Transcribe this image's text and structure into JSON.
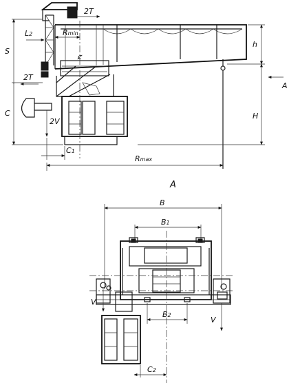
{
  "side_view": {
    "dims": {
      "two_t_top": "2T",
      "r_min": "R",
      "r_min_sub": "min",
      "l2": "L",
      "l2_sub": "2",
      "s": "S",
      "h_small": "h",
      "a_arrow": "A",
      "two_t_mid": "2T",
      "c": "C",
      "h_big": "H",
      "two_v": "2V",
      "c1": "C",
      "c1_sub": "1",
      "r_max": "R",
      "r_max_sub": "max",
      "centerline_mark": "ȼ"
    }
  },
  "view_label": "A",
  "plan_view": {
    "dims": {
      "b": "B",
      "b1": "B",
      "b1_sub": "1",
      "b2": "B",
      "b2_sub": "2",
      "v_left": "V",
      "v_right": "V",
      "c2": "C",
      "c2_sub": "2"
    }
  }
}
